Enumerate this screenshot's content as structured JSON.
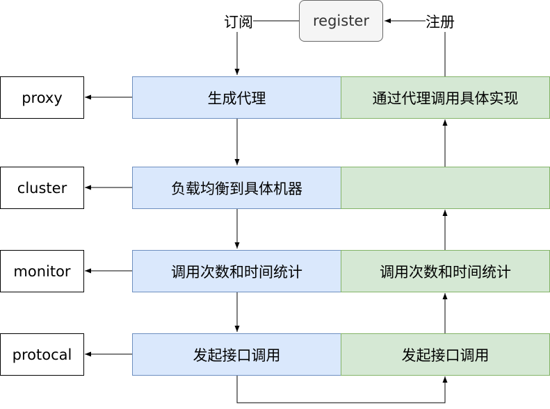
{
  "register": {
    "label": "register"
  },
  "labels": {
    "subscribe": "订阅",
    "register": "注册"
  },
  "side": {
    "proxy": "proxy",
    "cluster": "cluster",
    "monitor": "monitor",
    "protocol": "protocal"
  },
  "consumer": {
    "proxy": "生成代理",
    "cluster": "负载均衡到具体机器",
    "monitor": "调用次数和时间统计",
    "protocol": "发起接口调用"
  },
  "provider": {
    "proxy": "通过代理调用具体实现",
    "cluster": "",
    "monitor": "调用次数和时间统计",
    "protocol": "发起接口调用"
  }
}
